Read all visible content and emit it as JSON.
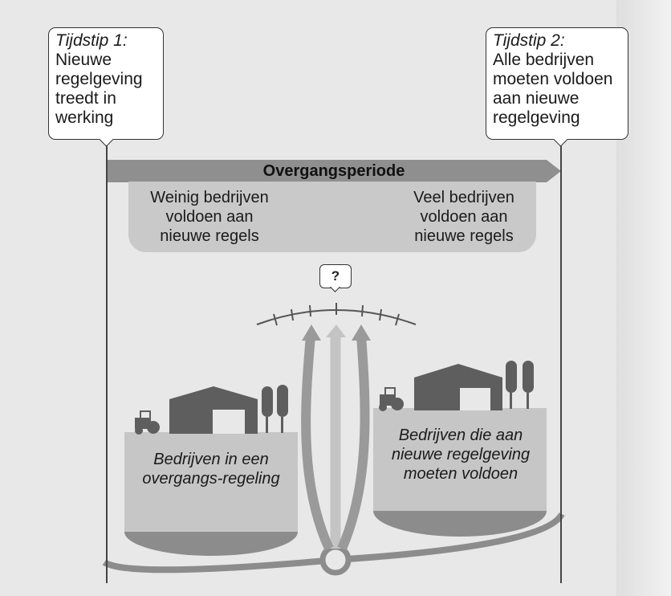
{
  "timepoint_1": {
    "label": "Tijdstip 1:",
    "text": "Nieuwe regelgeving treedt in werking"
  },
  "timepoint_2": {
    "label": "Tijdstip 2:",
    "text": "Alle bedrijven moeten voldoen aan nieuwe regelgeving"
  },
  "period": {
    "label": "Overgangsperiode"
  },
  "compliance": {
    "left": "Weinig bedrijven voldoen aan nieuwe regels",
    "right": "Veel bedrijven voldoen aan nieuwe regels"
  },
  "question": {
    "symbol": "?"
  },
  "groups": {
    "left": "Bedrijven in een overgangs-regeling",
    "right": "Bedrijven die aan nieuwe regelgeving moeten voldoen"
  },
  "icons": [
    "tractor-icon",
    "barn-icon",
    "silo-icon"
  ],
  "colors": {
    "panel": "#e8e8e8",
    "period_arrow": "#8f8f8f",
    "compliance_box": "#c9c9c9",
    "field_box": "#c6c6c6",
    "field_base": "#8c8c8c",
    "arrow_dark": "#9a9a9a",
    "arrow_light": "#bdbdbd",
    "buildings": "#5e5e5e"
  }
}
